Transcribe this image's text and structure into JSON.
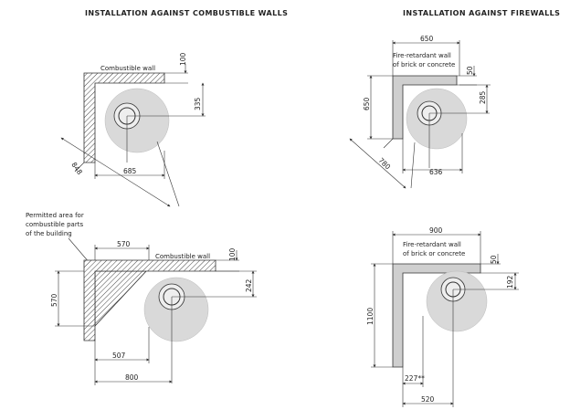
{
  "titles": {
    "combustible": "INSTALLATION AGAINST COMBUSTIBLE WALLS",
    "firewalls": "INSTALLATION AGAINST FIREWALLS"
  },
  "diagram_tl": {
    "wall_label": "Combustible wall",
    "dims": {
      "d100": "100",
      "d335": "335",
      "d685": "685",
      "d848": "848"
    }
  },
  "diagram_tr": {
    "wall_label_1": "Fire-retardant wall",
    "wall_label_2": "of brick or concrete",
    "dims": {
      "d650_top": "650",
      "d650_left": "650",
      "d50": "50",
      "d285": "285",
      "d780": "780",
      "d636": "636"
    }
  },
  "diagram_bl": {
    "permitted_1": "Permitted area for",
    "permitted_2": "combustible parts",
    "permitted_3": "of the building",
    "wall_label": "Combustible wall",
    "dims": {
      "d570_top": "570",
      "d570_left": "570",
      "d100": "100",
      "d242": "242",
      "d507": "507",
      "d800": "800"
    }
  },
  "diagram_br": {
    "wall_label_1": "Fire-retardant wall",
    "wall_label_2": "of brick or concrete",
    "dims": {
      "d900": "900",
      "d50": "50",
      "d192": "192",
      "d1100": "1100",
      "d227": "227**",
      "d520": "520"
    }
  }
}
